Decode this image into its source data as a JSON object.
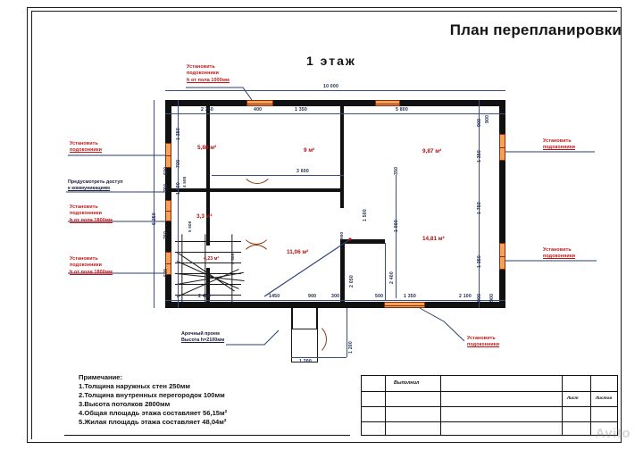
{
  "document": {
    "main_title": "План перепланировки",
    "floor_title": "1 этаж"
  },
  "annotations": {
    "top_window": {
      "line1": "Установить",
      "line2": "подоконники",
      "line3": "h от пола 1000мм"
    },
    "left_window_1": {
      "line1": "Установить",
      "line2": "подоконники"
    },
    "left_access": {
      "line1": "Предусмотреть доступ",
      "line2": "к коммуникациям"
    },
    "left_window_2": {
      "line1": "Установить",
      "line2": "подоконники",
      "line3": "h от пола 1800мм"
    },
    "left_window_3": {
      "line1": "Установить",
      "line2": "подоконники",
      "line3": "h от пола 1800мм"
    },
    "right_window_1": {
      "line1": "Установить",
      "line2": "подоконники"
    },
    "right_window_2": {
      "line1": "Установить",
      "line2": "подоконники"
    },
    "bottom_window": {
      "line1": "Установить",
      "line2": "подоконники"
    },
    "arch_opening": {
      "line1": "Арочный проем",
      "line2": "Высота h=2100мм"
    }
  },
  "rooms": [
    {
      "name": "room-top-left",
      "area": "5,88 м²"
    },
    {
      "name": "room-top-center",
      "area": "9 м²"
    },
    {
      "name": "room-top-right",
      "area": "9,87 м²"
    },
    {
      "name": "room-mid-left",
      "area": "3,3 м²"
    },
    {
      "name": "room-stair",
      "area": "4,23 м²"
    },
    {
      "name": "room-center",
      "area": "11,06 м²"
    },
    {
      "name": "room-bottom-right",
      "area": "14,81 м²"
    }
  ],
  "dimensions": {
    "overall_top": "10 000",
    "top_chain": [
      "2 350",
      "400",
      "1 350",
      "5 800",
      "900"
    ],
    "bottom_chain": [
      "2 450",
      "1450",
      "900",
      "300",
      "500",
      "1 350",
      "2 100",
      "900"
    ],
    "left_chain": [
      "1 350",
      "700",
      "1 500",
      "750",
      "600",
      "750",
      "600"
    ],
    "left_overall": "6 250",
    "right_chain": [
      "900",
      "1 350",
      "1 750",
      "1 350",
      "900"
    ],
    "inner": [
      "3 600",
      "350",
      "1 000",
      "1 500",
      "2 050",
      "2 400",
      "1 200",
      "1 200",
      "900"
    ],
    "left_sub": [
      "4 500",
      "5 500",
      "5 500"
    ]
  },
  "notes": {
    "heading": "Примечание:",
    "items": [
      "1.Толщина наружных стен 250мм",
      "2.Толщина внутренных перегородок 100мм",
      "3.Высота потолков 2800мм",
      "4.Общая площадь этажа составляет 56,15м²",
      "5.Жилая площадь этажа составляет 48,04м²"
    ]
  },
  "title_block": {
    "performed_by": "Выполнил",
    "sheet": "Лист",
    "sheets": "Листов"
  },
  "watermark": "Avito",
  "colors": {
    "annotation_red": "#c41212",
    "dimension_blue": "#3a4f80",
    "wall_black": "#111111",
    "window_orange": "#f2a355",
    "area_red": "#b01010"
  }
}
